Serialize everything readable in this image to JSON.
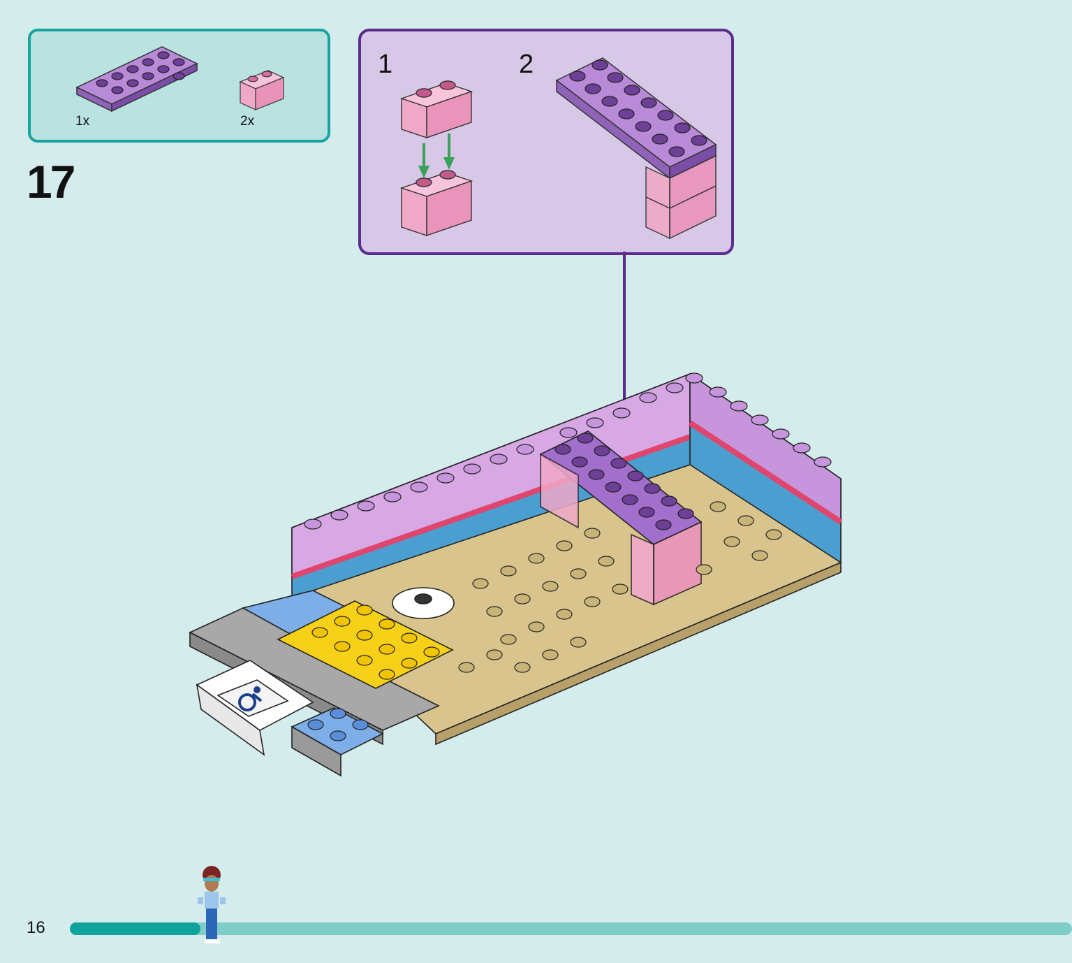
{
  "parts": [
    {
      "name": "purple-plate-2x6",
      "qty": "1x",
      "color": "#a87bd0"
    },
    {
      "name": "trans-pink-brick-1x2",
      "qty": "2x",
      "color": "#f0a8c8"
    }
  ],
  "step": {
    "number": "17"
  },
  "sub_steps": [
    {
      "label": "1"
    },
    {
      "label": "2"
    }
  ],
  "page": {
    "number": "16",
    "progress_fraction": 0.13
  },
  "colors": {
    "page_bg": "#d4ecec",
    "parts_border": "#17a3a0",
    "sub_border": "#5b2c8c",
    "purple": "#a87bd0",
    "pink": "#f0a8c8",
    "tan": "#d8c48c",
    "yellow": "#f7d117",
    "progress_dark": "#10a29c",
    "progress_light": "#7fcdc9"
  }
}
